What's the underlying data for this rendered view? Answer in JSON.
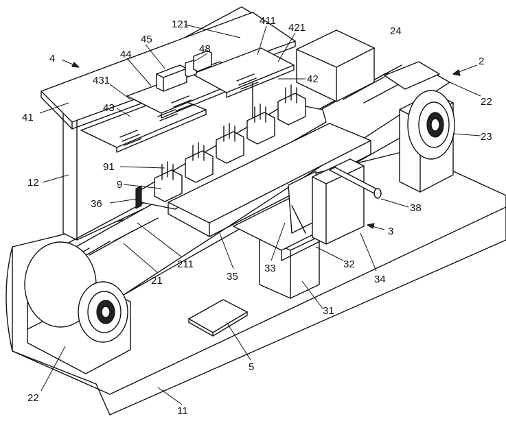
{
  "figure": {
    "labels": {
      "l4": "4",
      "l121": "121",
      "l45": "45",
      "l411": "411",
      "l421": "421",
      "l24": "24",
      "l48": "48",
      "l44": "44",
      "l2": "2",
      "l431": "431",
      "l42": "42",
      "l22a": "22",
      "l41": "41",
      "l43": "43",
      "l23": "23",
      "l91": "91",
      "l12": "12",
      "l9": "9",
      "l38": "38",
      "l36": "36",
      "l3": "3",
      "l211": "211",
      "l33": "33",
      "l32": "32",
      "l34": "34",
      "l35": "35",
      "l21": "21",
      "l31": "31",
      "l5": "5",
      "l22b": "22",
      "l11": "11"
    }
  }
}
